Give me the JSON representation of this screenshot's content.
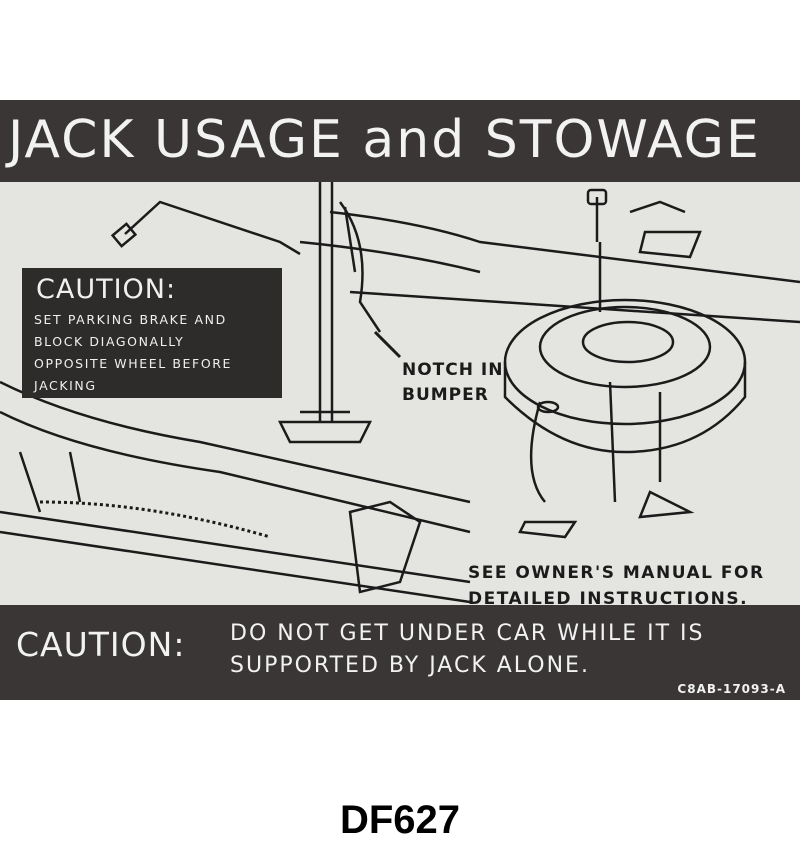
{
  "decal": {
    "title": "JACK USAGE and STOWAGE",
    "caution_box": {
      "heading": "CAUTION:",
      "lines": [
        "SET PARKING BRAKE AND",
        "BLOCK DIAGONALLY",
        "OPPOSITE WHEEL BEFORE",
        "JACKING"
      ]
    },
    "notch_label": [
      "NOTCH IN",
      "BUMPER"
    ],
    "manual_note": [
      "SEE OWNER'S MANUAL FOR",
      "DETAILED INSTRUCTIONS."
    ],
    "footer": {
      "heading": "CAUTION:",
      "lines": [
        "DO NOT GET UNDER CAR WHILE IT IS",
        "SUPPORTED BY JACK ALONE."
      ],
      "part_number": "C8AB-17093-A"
    },
    "colors": {
      "band": "#3a3636",
      "background": "#e4e4e0",
      "ink": "#1b1b1b"
    }
  },
  "sku": "DF627"
}
